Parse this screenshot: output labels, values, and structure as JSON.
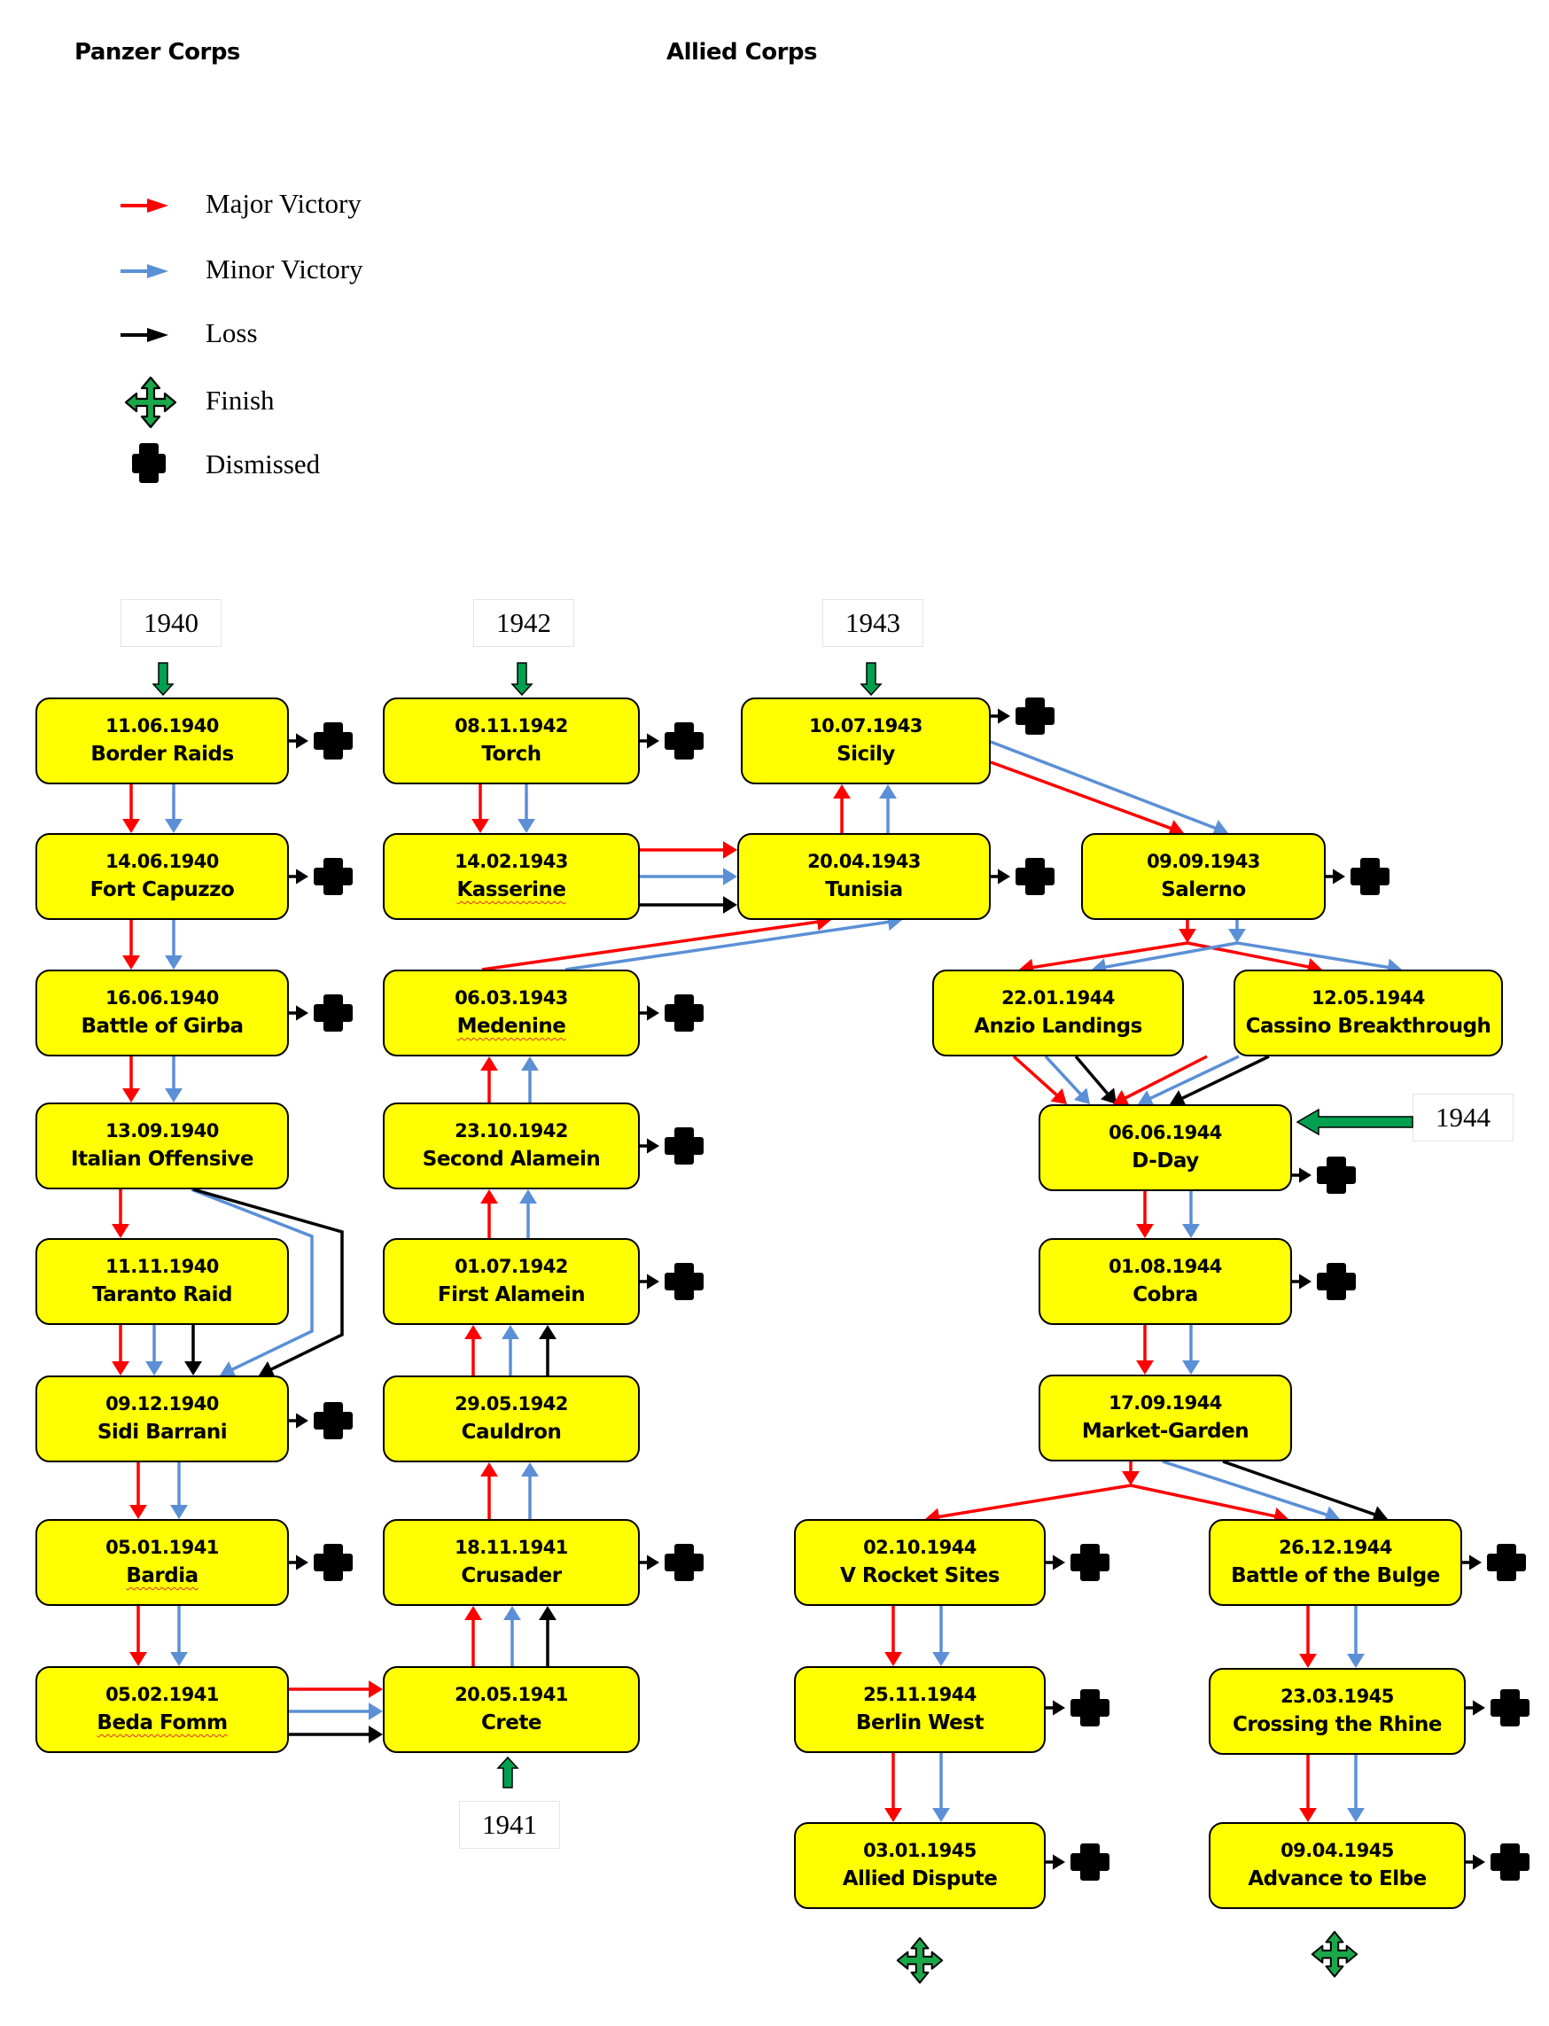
{
  "headers": {
    "left": "Panzer Corps",
    "right": "Allied Corps"
  },
  "colors": {
    "major": "#ff0000",
    "minor": "#5b8fd6",
    "loss": "#000000",
    "node_fill": "#ffff00",
    "start_arrow": "#00a050"
  },
  "legend": [
    {
      "kind": "major",
      "label": "Major Victory",
      "icon": "red-arrow-icon"
    },
    {
      "kind": "minor",
      "label": "Minor Victory",
      "icon": "blue-arrow-icon"
    },
    {
      "kind": "loss",
      "label": "Loss",
      "icon": "black-arrow-icon"
    },
    {
      "kind": "finish",
      "label": "Finish",
      "icon": "green-four-way-arrow-icon"
    },
    {
      "kind": "dismissed",
      "label": "Dismissed",
      "icon": "black-cross-icon"
    }
  ],
  "years": {
    "y1940": "1940",
    "y1941": "1941",
    "y1942": "1942",
    "y1943": "1943",
    "y1944": "1944"
  },
  "nodes": {
    "border_raids": {
      "date": "11.06.1940",
      "name": "Border Raids"
    },
    "fort_capuzzo": {
      "date": "14.06.1940",
      "name": "Fort Capuzzo"
    },
    "battle_of_girba": {
      "date": "16.06.1940",
      "name": "Battle of Girba"
    },
    "italian_offensive": {
      "date": "13.09.1940",
      "name": "Italian Offensive"
    },
    "taranto_raid": {
      "date": "11.11.1940",
      "name": "Taranto Raid"
    },
    "sidi_barrani": {
      "date": "09.12.1940",
      "name": "Sidi Barrani"
    },
    "bardia": {
      "date": "05.01.1941",
      "name": "Bardia"
    },
    "beda_fomm": {
      "date": "05.02.1941",
      "name": "Beda Fomm"
    },
    "torch": {
      "date": "08.11.1942",
      "name": "Torch"
    },
    "kasserine": {
      "date": "14.02.1943",
      "name": "Kasserine"
    },
    "medenine": {
      "date": "06.03.1943",
      "name": "Medenine"
    },
    "second_alamein": {
      "date": "23.10.1942",
      "name": "Second Alamein"
    },
    "first_alamein": {
      "date": "01.07.1942",
      "name": "First Alamein"
    },
    "cauldron": {
      "date": "29.05.1942",
      "name": "Cauldron"
    },
    "crusader": {
      "date": "18.11.1941",
      "name": "Crusader"
    },
    "crete": {
      "date": "20.05.1941",
      "name": "Crete"
    },
    "sicily": {
      "date": "10.07.1943",
      "name": "Sicily"
    },
    "tunisia": {
      "date": "20.04.1943",
      "name": "Tunisia"
    },
    "salerno": {
      "date": "09.09.1943",
      "name": "Salerno"
    },
    "anzio": {
      "date": "22.01.1944",
      "name": "Anzio Landings"
    },
    "cassino": {
      "date": "12.05.1944",
      "name": "Cassino Breakthrough"
    },
    "dday": {
      "date": "06.06.1944",
      "name": "D-Day"
    },
    "cobra": {
      "date": "01.08.1944",
      "name": "Cobra"
    },
    "market_garden": {
      "date": "17.09.1944",
      "name": "Market-Garden"
    },
    "v_rocket": {
      "date": "02.10.1944",
      "name": "V Rocket Sites"
    },
    "bulge": {
      "date": "26.12.1944",
      "name": "Battle of the Bulge"
    },
    "berlin_west": {
      "date": "25.11.1944",
      "name": "Berlin West"
    },
    "rhine": {
      "date": "23.03.1945",
      "name": "Crossing the Rhine"
    },
    "allied_dispute": {
      "date": "03.01.1945",
      "name": "Allied Dispute"
    },
    "elbe": {
      "date": "09.04.1945",
      "name": "Advance to Elbe"
    }
  },
  "edges": [
    {
      "from": "border_raids",
      "to": "fort_capuzzo",
      "outcomes": [
        "major",
        "minor"
      ]
    },
    {
      "from": "fort_capuzzo",
      "to": "battle_of_girba",
      "outcomes": [
        "major",
        "minor"
      ]
    },
    {
      "from": "battle_of_girba",
      "to": "italian_offensive",
      "outcomes": [
        "major",
        "minor"
      ]
    },
    {
      "from": "italian_offensive",
      "to": "taranto_raid",
      "outcomes": [
        "major"
      ]
    },
    {
      "from": "italian_offensive",
      "to": "sidi_barrani",
      "outcomes": [
        "minor",
        "loss"
      ]
    },
    {
      "from": "taranto_raid",
      "to": "sidi_barrani",
      "outcomes": [
        "major",
        "minor",
        "loss"
      ]
    },
    {
      "from": "sidi_barrani",
      "to": "bardia",
      "outcomes": [
        "major",
        "minor"
      ]
    },
    {
      "from": "bardia",
      "to": "beda_fomm",
      "outcomes": [
        "major",
        "minor"
      ]
    },
    {
      "from": "beda_fomm",
      "to": "crete",
      "outcomes": [
        "major",
        "minor",
        "loss"
      ]
    },
    {
      "from": "crete",
      "to": "crusader",
      "outcomes": [
        "major",
        "minor",
        "loss"
      ]
    },
    {
      "from": "crusader",
      "to": "cauldron",
      "outcomes": [
        "major",
        "minor"
      ]
    },
    {
      "from": "cauldron",
      "to": "first_alamein",
      "outcomes": [
        "major",
        "minor",
        "loss"
      ]
    },
    {
      "from": "first_alamein",
      "to": "second_alamein",
      "outcomes": [
        "major",
        "minor"
      ]
    },
    {
      "from": "second_alamein",
      "to": "medenine",
      "outcomes": [
        "major",
        "minor"
      ]
    },
    {
      "from": "medenine",
      "to": "tunisia",
      "outcomes": [
        "major",
        "minor"
      ]
    },
    {
      "from": "torch",
      "to": "kasserine",
      "outcomes": [
        "major",
        "minor"
      ]
    },
    {
      "from": "kasserine",
      "to": "tunisia",
      "outcomes": [
        "major",
        "minor",
        "loss"
      ]
    },
    {
      "from": "tunisia",
      "to": "sicily",
      "outcomes": [
        "major",
        "minor"
      ]
    },
    {
      "from": "sicily",
      "to": "salerno",
      "outcomes": [
        "major",
        "minor"
      ]
    },
    {
      "from": "salerno",
      "to": "anzio",
      "outcomes": [
        "major",
        "minor"
      ]
    },
    {
      "from": "salerno",
      "to": "cassino",
      "outcomes": [
        "major",
        "minor"
      ]
    },
    {
      "from": "anzio",
      "to": "dday",
      "outcomes": [
        "major",
        "minor",
        "loss"
      ]
    },
    {
      "from": "cassino",
      "to": "dday",
      "outcomes": [
        "major",
        "minor",
        "loss"
      ]
    },
    {
      "from": "dday",
      "to": "cobra",
      "outcomes": [
        "major",
        "minor"
      ]
    },
    {
      "from": "cobra",
      "to": "market_garden",
      "outcomes": [
        "major",
        "minor"
      ]
    },
    {
      "from": "market_garden",
      "to": "v_rocket",
      "outcomes": [
        "major"
      ]
    },
    {
      "from": "market_garden",
      "to": "bulge",
      "outcomes": [
        "major",
        "minor",
        "loss"
      ]
    },
    {
      "from": "v_rocket",
      "to": "berlin_west",
      "outcomes": [
        "major",
        "minor"
      ]
    },
    {
      "from": "berlin_west",
      "to": "allied_dispute",
      "outcomes": [
        "major",
        "minor"
      ]
    },
    {
      "from": "bulge",
      "to": "rhine",
      "outcomes": [
        "major",
        "minor"
      ]
    },
    {
      "from": "rhine",
      "to": "elbe",
      "outcomes": [
        "major",
        "minor"
      ]
    }
  ],
  "start_points": [
    {
      "year": "1940",
      "node": "border_raids"
    },
    {
      "year": "1941",
      "node": "crete"
    },
    {
      "year": "1942",
      "node": "torch"
    },
    {
      "year": "1943",
      "node": "sicily"
    },
    {
      "year": "1944",
      "node": "dday"
    }
  ],
  "finish_after": [
    "allied_dispute",
    "elbe"
  ]
}
